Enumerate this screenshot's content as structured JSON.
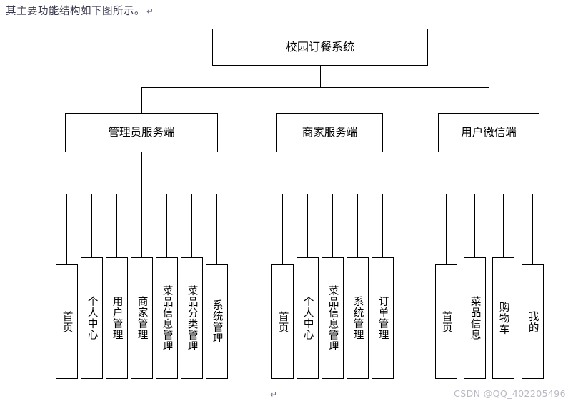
{
  "caption": {
    "text": "其主要功能结构如下图所示。",
    "pilcrow": "↵"
  },
  "paragraph_mark": "↵",
  "watermark": "CSDN @QQ_402205496",
  "diagram": {
    "root": {
      "label": "校园订餐系统"
    },
    "branches": [
      {
        "label": "管理员服务端",
        "leaves": [
          "首页",
          "个人中心",
          "用户管理",
          "商家管理",
          "菜品信息管理",
          "菜品分类管理",
          "系统管理"
        ]
      },
      {
        "label": "商家服务端",
        "leaves": [
          "首页",
          "个人中心",
          "菜品信息管理",
          "系统管理",
          "订单管理"
        ]
      },
      {
        "label": "用户微信端",
        "leaves": [
          "首页",
          "菜品信息",
          "购物车",
          "我的"
        ]
      }
    ]
  }
}
